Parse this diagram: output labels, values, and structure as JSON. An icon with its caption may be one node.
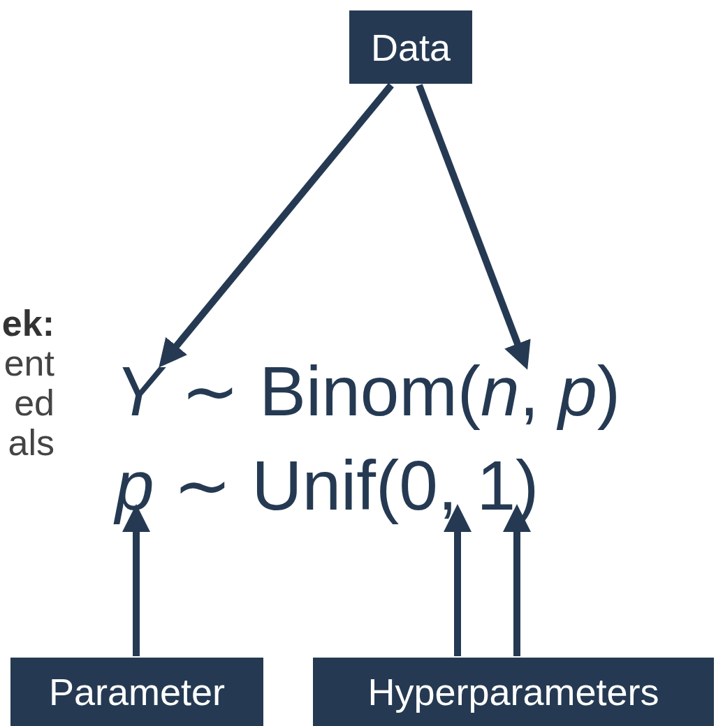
{
  "diagram": {
    "nodes": [
      {
        "text": [
          "Data"
        ]
      },
      {
        "text": [
          "Parameter"
        ]
      },
      {
        "text": [
          "Hyperparameters"
        ]
      },
      {
        "text": [
          "*Y* ∼ Binom(*n*, *p*)"
        ]
      },
      {
        "text": [
          "*p* ∼ Unif(0, 1)"
        ]
      }
    ],
    "edges": [
      {
        "from": 0,
        "to": 3,
        "arrow": "to"
      },
      {
        "from": 0,
        "to": 3,
        "arrow": "to"
      },
      {
        "from": 1,
        "to": 4,
        "arrow": "to"
      },
      {
        "from": 2,
        "to": 4,
        "arrow": "to"
      },
      {
        "from": 2,
        "to": 4,
        "arrow": "to"
      }
    ],
    "labels": [
      "**ek:**",
      "ent",
      "ed",
      "als"
    ]
  }
}
